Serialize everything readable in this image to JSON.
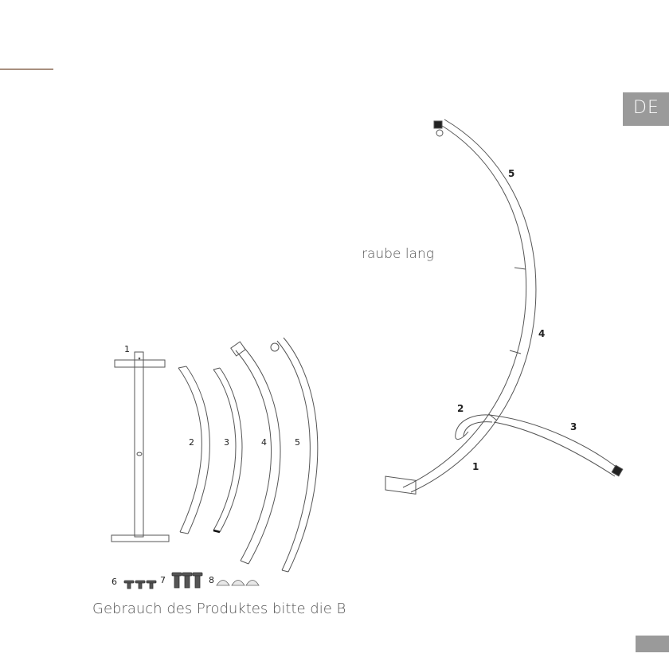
{
  "language_badge": "DE",
  "text_fragments": {
    "top": "raube lang",
    "bottom": "Gebrauch des Produktes bitte die B"
  },
  "parts_diagram": {
    "part_labels": [
      "1",
      "2",
      "3",
      "4",
      "5"
    ],
    "hardware_labels": [
      "6",
      "7",
      "8"
    ]
  },
  "assembled_diagram": {
    "part_labels": [
      "5",
      "4",
      "2",
      "3",
      "1"
    ]
  },
  "colors": {
    "accent_rule": "#a88f7f",
    "badge_bg": "#9a9a9a",
    "line": "#555555"
  }
}
